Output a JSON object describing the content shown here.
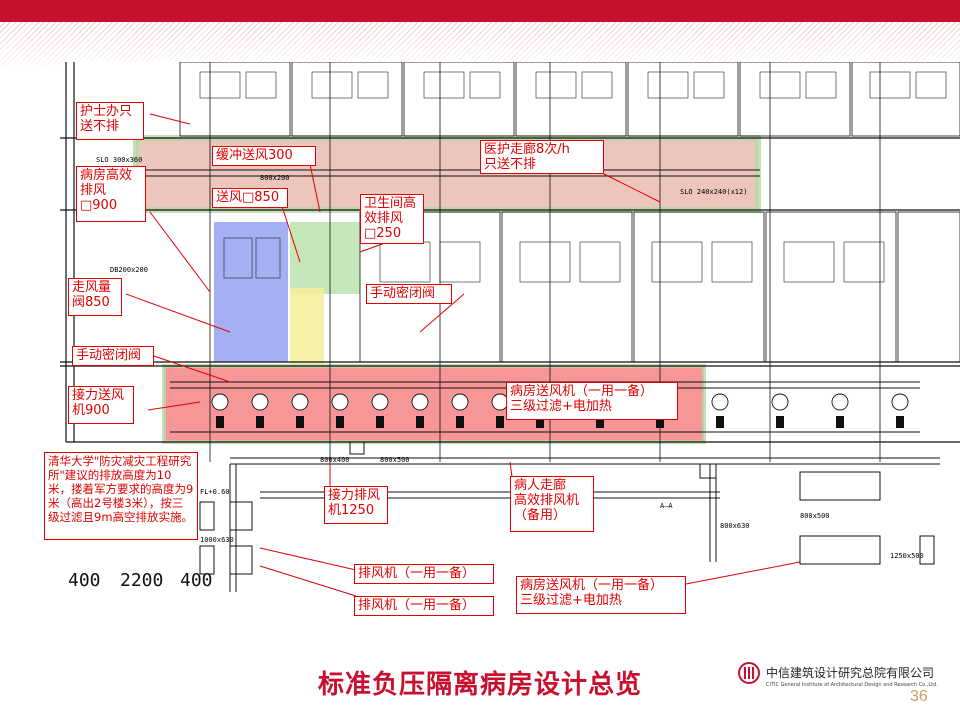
{
  "title": "标准负压隔离病房设计总览",
  "company": {
    "name_cn": "中信建筑设计研究总院有限公司",
    "name_en": "CITIC General Institute of Architectural Design and Research Co.,Ltd."
  },
  "page_number": "36",
  "colors": {
    "brand_red": "#c8102e",
    "callout_red": "#e00000",
    "page_number": "#c8a060"
  },
  "scale_labels": {
    "left_dim": "400",
    "mid_dim": "2200",
    "right_dim": "400"
  },
  "callouts": {
    "nurse_office": "护士办只\n送不排",
    "ward_hepa_exhaust": "病房高效\n排风\n□900",
    "buffer_supply": "缓冲送风300",
    "supply_850": "送风□850",
    "toilet_exhaust": "卫生间高\n效排风\n□250",
    "medical_corridor": "医护走廊8次/h\n只送不排",
    "air_volume_valve": "走风量\n阀850",
    "manual_damper_1": "手动密闭阀",
    "manual_damper_2": "手动密闭阀",
    "booster_supply_fan": "接力送风\n机900",
    "ward_supply_ahu": "病房送风机（一用一备）\n三级过滤+电加热",
    "tsinghua_note": "清华大学\"防灾减灾工程研究所\"建议的排放高度为10米，搂着军方要求的高度为9米（高出2号楼3米），按三级过滤且9m高空排放实施。",
    "booster_exhaust_fan": "接力排风\n机1250",
    "patient_corridor_exhaust": "病人走廊\n高效排风机\n（备用）",
    "exhaust_fan_1": "排风机（一用一备）",
    "exhaust_fan_2": "排风机（一用一备）",
    "ward_supply_ahu_2": "病房送风机（一用一备）\n三级过滤+电加热"
  },
  "drawing_labels": {
    "slo_a": "SLO 300x360",
    "slo_b": "SLO 240x240(x12)",
    "duct_a": "800x200",
    "duct_b": "800x400",
    "duct_c": "800x500",
    "duct_d": "800x630",
    "fl_a": "FL+0.60",
    "fl_b": "1000x630",
    "fl_c": "1250x500",
    "fl_d": "800x500",
    "db": "DB200x200",
    "section": "A—A"
  }
}
